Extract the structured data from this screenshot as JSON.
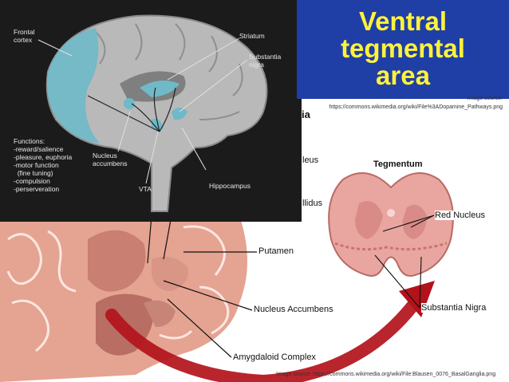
{
  "title": {
    "lines": [
      "Ventral",
      "tegmental",
      "area"
    ],
    "color": "#fff23a",
    "background": "#1f3fa6"
  },
  "source_top": {
    "prefix": "Image source:",
    "url": "https://commons.wikimedia.org/wiki/File%3ADopamine_Pathways.png"
  },
  "source_bottom": "Image source: https://commons.wikimedia.org/wiki/File:Blausen_0076_BasalGanglia.png",
  "brain_panel": {
    "frontal_cortex": [
      "Frontal",
      "cortex"
    ],
    "striatum": "Striatum",
    "substantia_nigra": [
      "Substantia",
      "nigra"
    ],
    "nucleus_accumbens": [
      "Nucleus",
      "accumbens"
    ],
    "vta": "VTA",
    "hippocampus": "Hippocampus",
    "functions_title": "Functions:",
    "functions": [
      "-reward/salience",
      "-pleasure, euphoria",
      "-motor function",
      "  (fine tuning)",
      "-compulsion",
      "-perserveration"
    ]
  },
  "basal_ganglia": {
    "partial_heading": "ia",
    "partial_nucleus": "leus",
    "partial_pallidus": "llidus",
    "putamen": "Putamen",
    "nucleus_accumbens": "Nucleus Accumbens",
    "amygdaloid": "Amygdaloid Complex"
  },
  "tegmentum": {
    "title": "Tegmentum",
    "red_nucleus": "Red Nucleus",
    "substantia_nigra": "Substantia Nigra"
  },
  "colors": {
    "arrow": "#b3121b",
    "highlight": "#6fb9c9",
    "tissue": "#e7a79a"
  }
}
